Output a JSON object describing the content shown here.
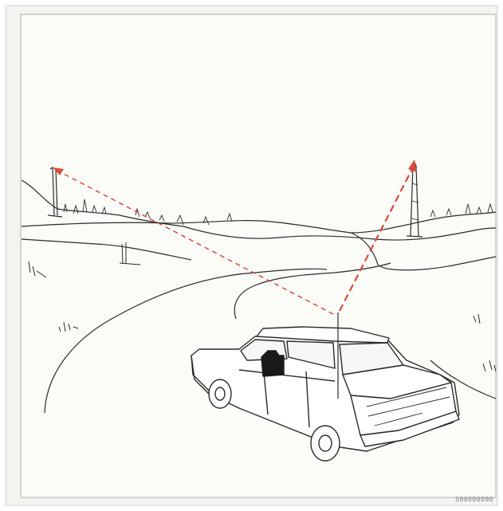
{
  "figure": {
    "code": "S00000000",
    "colors": {
      "line": "#2a2a2a",
      "signal": "#d94b3c",
      "frame": "#c7c7c7",
      "panel": "#fbfbf8"
    },
    "icons": {
      "tower_left": "radio-mast",
      "tower_right": "radio-mast",
      "vehicle": "sedan",
      "antenna": "roof-antenna"
    }
  }
}
